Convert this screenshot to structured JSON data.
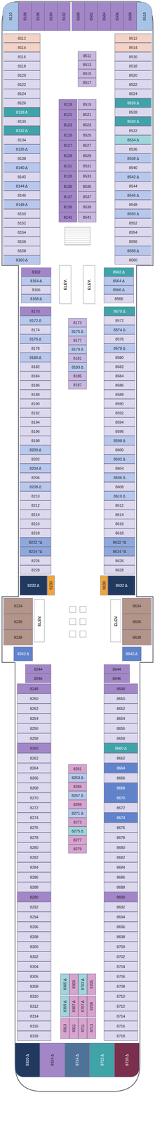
{
  "diagram": {
    "nodes": [
      {
        "text": [
          "8110"
        ]
      },
      {
        "text": [
          "8108"
        ]
      },
      {
        "text": [
          "8106"
        ]
      },
      {
        "text": [
          "8104"
        ]
      },
      {
        "text": [
          "8102"
        ]
      },
      {
        "text": [
          "8500"
        ]
      },
      {
        "text": [
          "8502"
        ]
      },
      {
        "text": [
          "8504"
        ]
      },
      {
        "text": [
          "8506"
        ]
      },
      {
        "text": [
          "8508"
        ]
      },
      {
        "text": [
          "8510"
        ]
      },
      {
        "text": [
          "8112"
        ]
      },
      {
        "text": [
          "8114"
        ]
      },
      {
        "text": [
          "8116"
        ]
      },
      {
        "text": [
          "8118"
        ]
      },
      {
        "text": [
          "8120"
        ]
      },
      {
        "text": [
          "8122"
        ]
      },
      {
        "text": [
          "8124"
        ]
      },
      {
        "text": [
          "8126"
        ]
      },
      {
        "text": [
          "8128 Δ"
        ]
      },
      {
        "text": [
          "8130"
        ]
      },
      {
        "text": [
          "8132 Δ"
        ]
      },
      {
        "text": [
          "8134"
        ]
      },
      {
        "text": [
          "8136 Δ"
        ]
      },
      {
        "text": [
          "8138"
        ]
      },
      {
        "text": [
          "8140 Δ"
        ]
      },
      {
        "text": [
          "8142"
        ]
      },
      {
        "text": [
          "8144 Δ"
        ]
      },
      {
        "text": [
          "8146"
        ]
      },
      {
        "text": [
          "8148 Δ"
        ]
      },
      {
        "text": [
          "8150"
        ]
      },
      {
        "text": [
          "8152"
        ]
      },
      {
        "text": [
          "8154"
        ]
      },
      {
        "text": [
          "8156"
        ]
      },
      {
        "text": [
          "8158"
        ]
      },
      {
        "text": [
          "8160 Δ"
        ]
      },
      {
        "text": [
          "8119"
        ]
      },
      {
        "text": [
          "8121"
        ]
      },
      {
        "text": [
          "8123"
        ]
      },
      {
        "text": [
          "8125"
        ]
      },
      {
        "text": [
          "8127"
        ]
      },
      {
        "text": [
          "8129"
        ]
      },
      {
        "text": [
          "8131"
        ]
      },
      {
        "text": [
          "8133"
        ]
      },
      {
        "text": [
          "8135"
        ]
      },
      {
        "text": [
          "8137"
        ]
      },
      {
        "text": [
          "8139"
        ]
      },
      {
        "text": [
          "8141"
        ]
      },
      {
        "text": [
          "8511"
        ]
      },
      {
        "text": [
          "8513"
        ]
      },
      {
        "text": [
          "8515"
        ]
      },
      {
        "text": [
          "8517"
        ]
      },
      {
        "text": [
          "8519"
        ]
      },
      {
        "text": [
          "8521"
        ]
      },
      {
        "text": [
          "8523"
        ]
      },
      {
        "text": [
          "8525"
        ]
      },
      {
        "text": [
          "8527"
        ]
      },
      {
        "text": [
          "8529"
        ]
      },
      {
        "text": [
          "8531"
        ]
      },
      {
        "text": [
          "8533"
        ]
      },
      {
        "text": [
          "8535"
        ]
      },
      {
        "text": [
          "8537"
        ]
      },
      {
        "text": [
          "8539"
        ]
      },
      {
        "text": [
          "8541"
        ]
      },
      {
        "text": [
          "8512"
        ]
      },
      {
        "text": [
          "8514"
        ]
      },
      {
        "text": [
          "8516"
        ]
      },
      {
        "text": [
          "8518"
        ]
      },
      {
        "text": [
          "8520"
        ]
      },
      {
        "text": [
          "8522"
        ]
      },
      {
        "text": [
          "8524"
        ]
      },
      {
        "text": [
          "8526 Δ"
        ]
      },
      {
        "text": [
          "8528"
        ]
      },
      {
        "text": [
          "8530 Δ"
        ]
      },
      {
        "text": [
          "8532"
        ]
      },
      {
        "text": [
          "8534 Δ"
        ]
      },
      {
        "text": [
          "8536"
        ]
      },
      {
        "text": [
          "8538 Δ"
        ]
      },
      {
        "text": [
          "8540"
        ]
      },
      {
        "text": [
          "8542 Δ"
        ]
      },
      {
        "text": [
          "8544"
        ]
      },
      {
        "text": [
          "8546 Δ"
        ]
      },
      {
        "text": [
          "8548"
        ]
      },
      {
        "text": [
          "8550 Δ"
        ]
      },
      {
        "text": [
          "8552"
        ]
      },
      {
        "text": [
          "8554"
        ]
      },
      {
        "text": [
          "8556"
        ]
      },
      {
        "text": [
          "8558 Δ"
        ]
      },
      {
        "text": [
          "8560"
        ]
      },
      {
        "text": [
          "8162"
        ]
      },
      {
        "text": [
          "8164 Δ"
        ]
      },
      {
        "text": [
          "8166"
        ]
      },
      {
        "text": [
          "8168 Δ"
        ]
      },
      {
        "text": [
          "8562 Δ"
        ]
      },
      {
        "text": [
          "8564 Δ"
        ]
      },
      {
        "text": [
          "8566 Δ"
        ]
      },
      {
        "text": [
          "8568"
        ]
      },
      {
        "text": [
          "8170"
        ]
      },
      {
        "text": [
          "8172 Δ"
        ]
      },
      {
        "text": [
          "8174"
        ]
      },
      {
        "text": [
          "8176 Δ"
        ]
      },
      {
        "text": [
          "8178"
        ]
      },
      {
        "text": [
          "8180 Δ"
        ]
      },
      {
        "text": [
          "8182"
        ]
      },
      {
        "text": [
          "8184"
        ]
      },
      {
        "text": [
          "8186"
        ]
      },
      {
        "text": [
          "8188"
        ]
      },
      {
        "text": [
          "8190"
        ]
      },
      {
        "text": [
          "8192"
        ]
      },
      {
        "text": [
          "8194"
        ]
      },
      {
        "text": [
          "8196"
        ]
      },
      {
        "text": [
          "8198"
        ]
      },
      {
        "text": [
          "8200 Δ"
        ]
      },
      {
        "text": [
          "8202"
        ]
      },
      {
        "text": [
          "8204 Δ"
        ]
      },
      {
        "text": [
          "8206"
        ]
      },
      {
        "text": [
          "8208 Δ"
        ]
      },
      {
        "text": [
          "8210"
        ]
      },
      {
        "text": [
          "8212"
        ]
      },
      {
        "text": [
          "8214"
        ]
      },
      {
        "text": [
          "8216"
        ]
      },
      {
        "text": [
          "8218"
        ]
      },
      {
        "text": [
          "8222 *Δ"
        ]
      },
      {
        "text": [
          "8224 *Δ"
        ]
      },
      {
        "text": [
          "8226"
        ]
      },
      {
        "text": [
          "8228"
        ]
      },
      {
        "text": [
          "8173"
        ]
      },
      {
        "text": [
          "8175 Δ"
        ]
      },
      {
        "text": [
          "8177"
        ]
      },
      {
        "text": [
          "8179 Δ"
        ]
      },
      {
        "text": [
          "8181"
        ]
      },
      {
        "text": [
          "8183 Δ"
        ]
      },
      {
        "text": [
          "8185"
        ]
      },
      {
        "text": [
          "8187"
        ]
      },
      {
        "text": [
          "8570 Δ"
        ]
      },
      {
        "text": [
          "8572"
        ]
      },
      {
        "text": [
          "8574 Δ"
        ]
      },
      {
        "text": [
          "8576"
        ]
      },
      {
        "text": [
          "8578 Δ"
        ]
      },
      {
        "text": [
          "8580"
        ]
      },
      {
        "text": [
          "8582"
        ]
      },
      {
        "text": [
          "8584"
        ]
      },
      {
        "text": [
          "8586"
        ]
      },
      {
        "text": [
          "8588"
        ]
      },
      {
        "text": [
          "8590"
        ]
      },
      {
        "text": [
          "8592"
        ]
      },
      {
        "text": [
          "8594"
        ]
      },
      {
        "text": [
          "8596"
        ]
      },
      {
        "text": [
          "8598 Δ"
        ]
      },
      {
        "text": [
          "8600"
        ]
      },
      {
        "text": [
          "8602 Δ"
        ]
      },
      {
        "text": [
          "8604"
        ]
      },
      {
        "text": [
          "8606 Δ"
        ]
      },
      {
        "text": [
          "8608"
        ]
      },
      {
        "text": [
          "8610 Δ"
        ]
      },
      {
        "text": [
          "8612"
        ]
      },
      {
        "text": [
          "8614"
        ]
      },
      {
        "text": [
          "8616"
        ]
      },
      {
        "text": [
          "8618"
        ]
      },
      {
        "text": [
          "8622 *Δ"
        ]
      },
      {
        "text": [
          "8624 *Δ"
        ]
      },
      {
        "text": [
          "8626"
        ]
      },
      {
        "text": [
          "8628"
        ]
      },
      {
        "text": [
          "8232 Δ"
        ]
      },
      {
        "text": [
          "8230"
        ]
      },
      {
        "text": [
          "8630"
        ]
      },
      {
        "text": [
          "8632 Δ"
        ]
      },
      {
        "text": [
          "8234"
        ]
      },
      {
        "text": [
          "8236"
        ]
      },
      {
        "text": [
          "8238"
        ]
      },
      {
        "text": [
          "8242 Δ"
        ]
      },
      {
        "text": [
          "8634"
        ]
      },
      {
        "text": [
          "8636"
        ]
      },
      {
        "text": [
          "8638"
        ]
      },
      {
        "text": [
          "8642 Δ"
        ]
      },
      {
        "text": [
          "8244"
        ]
      },
      {
        "text": [
          "8246"
        ]
      },
      {
        "text": [
          "8644"
        ]
      },
      {
        "text": [
          "8646"
        ]
      },
      {
        "text": [
          "8248"
        ]
      },
      {
        "text": [
          "8250"
        ]
      },
      {
        "text": [
          "8252"
        ]
      },
      {
        "text": [
          "8254"
        ]
      },
      {
        "text": [
          "8256"
        ]
      },
      {
        "text": [
          "8258"
        ]
      },
      {
        "text": [
          "8260"
        ]
      },
      {
        "text": [
          "8262"
        ]
      },
      {
        "text": [
          "8264"
        ]
      },
      {
        "text": [
          "8266"
        ]
      },
      {
        "text": [
          "8268"
        ]
      },
      {
        "text": [
          "8270"
        ]
      },
      {
        "text": [
          "8272"
        ]
      },
      {
        "text": [
          "8274"
        ]
      },
      {
        "text": [
          "8276"
        ]
      },
      {
        "text": [
          "8278"
        ]
      },
      {
        "text": [
          "8280"
        ]
      },
      {
        "text": [
          "8282"
        ]
      },
      {
        "text": [
          "8284"
        ]
      },
      {
        "text": [
          "8286"
        ]
      },
      {
        "text": [
          "8288"
        ]
      },
      {
        "text": [
          "8290"
        ]
      },
      {
        "text": [
          "8292"
        ]
      },
      {
        "text": [
          "8294"
        ]
      },
      {
        "text": [
          "8296"
        ]
      },
      {
        "text": [
          "8298"
        ]
      },
      {
        "text": [
          "8300"
        ]
      },
      {
        "text": [
          "8302"
        ]
      },
      {
        "text": [
          "8304"
        ]
      },
      {
        "text": [
          "8306"
        ]
      },
      {
        "text": [
          "8308"
        ]
      },
      {
        "text": [
          "8310"
        ]
      },
      {
        "text": [
          "8312"
        ]
      },
      {
        "text": [
          "8314"
        ]
      },
      {
        "text": [
          "8316"
        ]
      },
      {
        "text": [
          "8318"
        ]
      },
      {
        "text": [
          "8261"
        ]
      },
      {
        "text": [
          "8263 Δ"
        ]
      },
      {
        "text": [
          "8265"
        ]
      },
      {
        "text": [
          "8267 Δ"
        ]
      },
      {
        "text": [
          "8269"
        ]
      },
      {
        "text": [
          "8271 Δ"
        ]
      },
      {
        "text": [
          "8273"
        ]
      },
      {
        "text": [
          "8275 Δ"
        ]
      },
      {
        "text": [
          "8277"
        ]
      },
      {
        "text": [
          "8279"
        ]
      },
      {
        "text": [
          "8648"
        ]
      },
      {
        "text": [
          "8650"
        ]
      },
      {
        "text": [
          "8652"
        ]
      },
      {
        "text": [
          "8654"
        ]
      },
      {
        "text": [
          "8656"
        ]
      },
      {
        "text": [
          "8658"
        ]
      },
      {
        "text": [
          "8660 Δ"
        ]
      },
      {
        "text": [
          "8662"
        ]
      },
      {
        "text": [
          "8664"
        ]
      },
      {
        "text": [
          "8666"
        ]
      },
      {
        "text": [
          "8668"
        ]
      },
      {
        "text": [
          "8670"
        ]
      },
      {
        "text": [
          "8672"
        ]
      },
      {
        "text": [
          "8674"
        ]
      },
      {
        "text": [
          "8676"
        ]
      },
      {
        "text": [
          "8678"
        ]
      },
      {
        "text": [
          "8680"
        ]
      },
      {
        "text": [
          "8682"
        ]
      },
      {
        "text": [
          "8684"
        ]
      },
      {
        "text": [
          "8686"
        ]
      },
      {
        "text": [
          "8688"
        ]
      },
      {
        "text": [
          "8690"
        ]
      },
      {
        "text": [
          "8692"
        ]
      },
      {
        "text": [
          "8694"
        ]
      },
      {
        "text": [
          "8696"
        ]
      },
      {
        "text": [
          "8698"
        ]
      },
      {
        "text": [
          "8700"
        ]
      },
      {
        "text": [
          "8702"
        ]
      },
      {
        "text": [
          "8704"
        ]
      },
      {
        "text": [
          "8706"
        ]
      },
      {
        "text": [
          "8708"
        ]
      },
      {
        "text": [
          "8710"
        ]
      },
      {
        "text": [
          "8712"
        ]
      },
      {
        "text": [
          "8714"
        ]
      },
      {
        "text": [
          "8716"
        ]
      },
      {
        "text": [
          "8718"
        ]
      },
      {
        "text": [
          "8305 Δ"
        ]
      },
      {
        "text": [
          "8303"
        ]
      },
      {
        "text": [
          "8703 Δ"
        ]
      },
      {
        "text": [
          "8705"
        ]
      },
      {
        "text": [
          "8309 Δ"
        ]
      },
      {
        "text": [
          "8307 Δ"
        ]
      },
      {
        "text": [
          "8707 Δ"
        ]
      },
      {
        "text": [
          "8709"
        ]
      },
      {
        "text": [
          "8313"
        ]
      },
      {
        "text": [
          "8311"
        ]
      },
      {
        "text": [
          "8711"
        ]
      },
      {
        "text": [
          "8713"
        ]
      },
      {
        "text": [
          "8320 Δ"
        ]
      },
      {
        "text": [
          "8324 Δ"
        ]
      },
      {
        "text": [
          "8724 Δ"
        ]
      },
      {
        "text": [
          "8722 Δ"
        ]
      },
      {
        "text": [
          "8720 Δ"
        ]
      }
    ],
    "labels": [
      "ELEV.",
      "ELEV.",
      "ELEV.",
      "ELEV."
    ]
  }
}
